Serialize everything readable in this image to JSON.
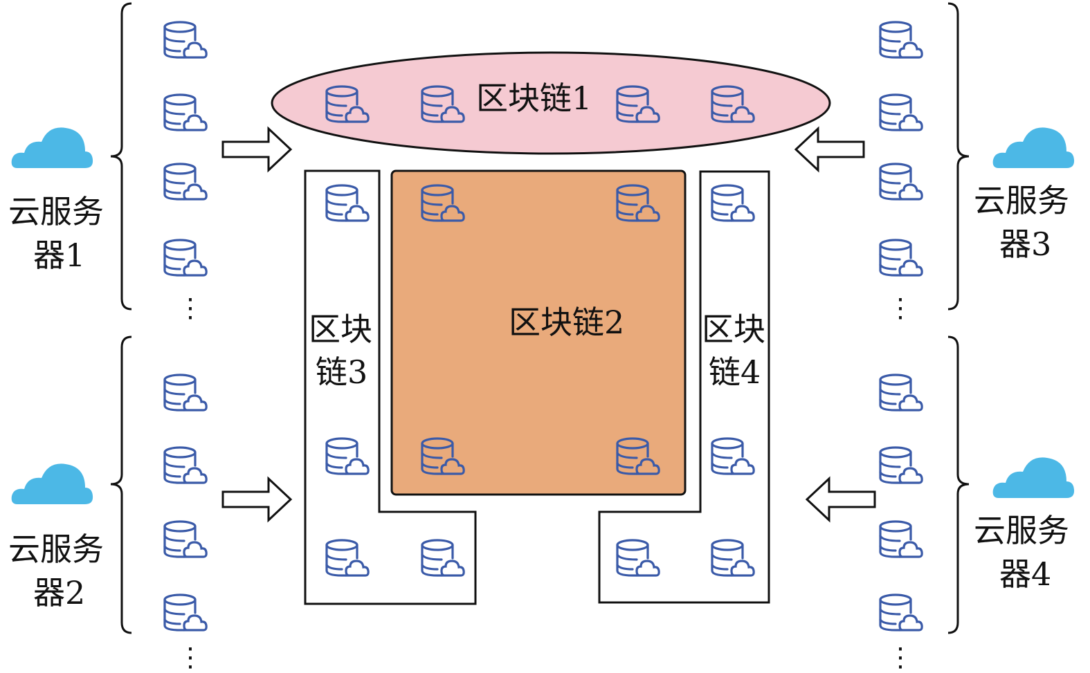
{
  "colors": {
    "icon": "#3a5aa8",
    "cloud": "#4cb8e6",
    "ellipse": "#f5cad2",
    "chain2": "#e9aa7b"
  },
  "servers": [
    {
      "line1": "云服务",
      "line2": "器1"
    },
    {
      "line1": "云服务",
      "line2": "器2"
    },
    {
      "line1": "云服务",
      "line2": "器3"
    },
    {
      "line1": "云服务",
      "line2": "器4"
    }
  ],
  "chains": {
    "chain1": "区块链1",
    "chain2": "区块链2",
    "chain3": {
      "line1": "区块",
      "line2": "链3"
    },
    "chain4": {
      "line1": "区块",
      "line2": "链4"
    }
  },
  "ellipsis": "⋮",
  "icon_names": {
    "node": "database-cloud-icon",
    "cloud": "cloud-icon",
    "arrow": "arrow-icon"
  }
}
